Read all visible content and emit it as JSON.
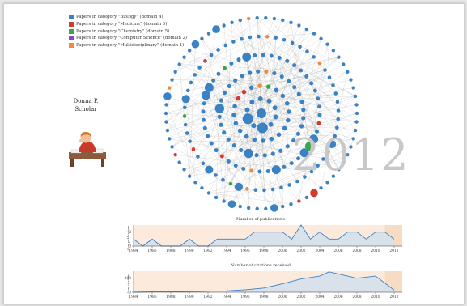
{
  "legend": [
    {
      "label": "Papers in category \"Biology\" (domain 4)",
      "color": "#3b82c4"
    },
    {
      "label": "Papers in category \"Medicine\" (domain 6)",
      "color": "#d43a2f"
    },
    {
      "label": "Papers in category \"Chemistry\" (domain 5)",
      "color": "#3aa64a"
    },
    {
      "label": "Papers in category \"Computer Science\" (domain 2)",
      "color": "#8a4bb8"
    },
    {
      "label": "Papers in category \"Multidisciplinary\" (domain 1)",
      "color": "#f08a3c"
    }
  ],
  "scholar": {
    "name": "Donna P. Scholar",
    "avatar_icon": "person-at-desk-icon"
  },
  "year": "2012",
  "chart_data": [
    {
      "type": "area",
      "title": "Number of publications",
      "ylabel": "Num publications",
      "x": [
        1984,
        1985,
        1986,
        1987,
        1988,
        1989,
        1990,
        1991,
        1992,
        1993,
        1994,
        1995,
        1996,
        1997,
        1998,
        1999,
        2000,
        2001,
        2002,
        2003,
        2004,
        2005,
        2006,
        2007,
        2008,
        2009,
        2010,
        2011,
        2012
      ],
      "values": [
        1,
        0,
        1,
        0,
        0,
        0,
        1,
        0,
        0,
        1,
        1,
        1,
        1,
        2,
        2,
        2,
        2,
        1,
        3,
        1,
        2,
        1,
        1,
        2,
        2,
        1,
        2,
        2,
        1
      ],
      "yticks": [
        0,
        2
      ],
      "ylim": [
        0,
        3
      ],
      "xticks": [
        1984,
        1986,
        1988,
        1990,
        1992,
        1994,
        1996,
        1998,
        2000,
        2002,
        2004,
        2006,
        2008,
        2010,
        2012
      ],
      "highlight_range": [
        2011,
        2012
      ],
      "colors": {
        "fill": "#d9e2ea",
        "line": "#3b82c4",
        "band": "#fcebdd"
      }
    },
    {
      "type": "area",
      "title": "Number of citations received",
      "ylabel": "Num citations",
      "x": [
        1984,
        1986,
        1988,
        1990,
        1992,
        1994,
        1996,
        1998,
        2000,
        2002,
        2004,
        2005,
        2006,
        2008,
        2010,
        2012
      ],
      "values": [
        0,
        5,
        5,
        10,
        15,
        20,
        35,
        60,
        120,
        190,
        230,
        290,
        260,
        200,
        230,
        30
      ],
      "yticks": [
        0,
        200
      ],
      "ylim": [
        0,
        300
      ],
      "xticks": [
        1984,
        1986,
        1988,
        1990,
        1992,
        1994,
        1996,
        1998,
        2000,
        2002,
        2004,
        2006,
        2008,
        2010,
        2012
      ],
      "highlight_range": [
        2011,
        2012
      ],
      "colors": {
        "fill": "#d9e2ea",
        "line": "#3b82c4",
        "band": "#fcebdd"
      }
    }
  ],
  "network": {
    "category_colors": {
      "biology": "#3b82c4",
      "medicine": "#d43a2f",
      "chemistry": "#3aa64a",
      "cs": "#8a4bb8",
      "multi": "#f08a3c"
    },
    "edge_color": "#9a9a9a"
  }
}
